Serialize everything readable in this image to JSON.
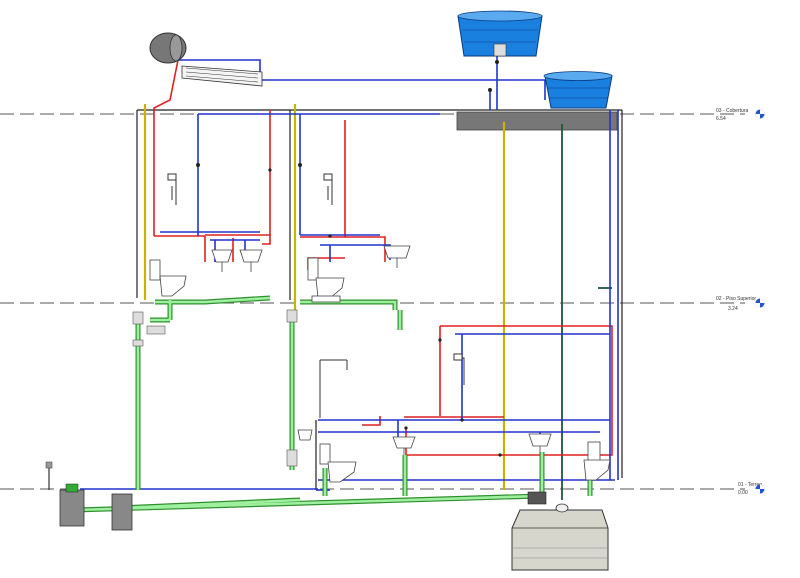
{
  "levels": [
    {
      "name": "03 - Cobertura",
      "elevation": "6.54"
    },
    {
      "name": "02 - Piso Superior",
      "elevation": "3.24"
    },
    {
      "name": "01 - Terreo",
      "elevation": "0.00"
    }
  ],
  "colors": {
    "cold_water": "#2233cc",
    "hot_water": "#e02020",
    "sewer": "#33bb33",
    "vent": "#c8b400",
    "drain": "#1a5a3a",
    "tank": "#1a80e0",
    "structure": "#777777",
    "level_marker": "#2255cc"
  },
  "icons": [
    "water-tank-icon",
    "solar-heater-icon",
    "shower-icon",
    "sink-icon",
    "toilet-icon",
    "cistern-icon",
    "level-marker-icon"
  ]
}
